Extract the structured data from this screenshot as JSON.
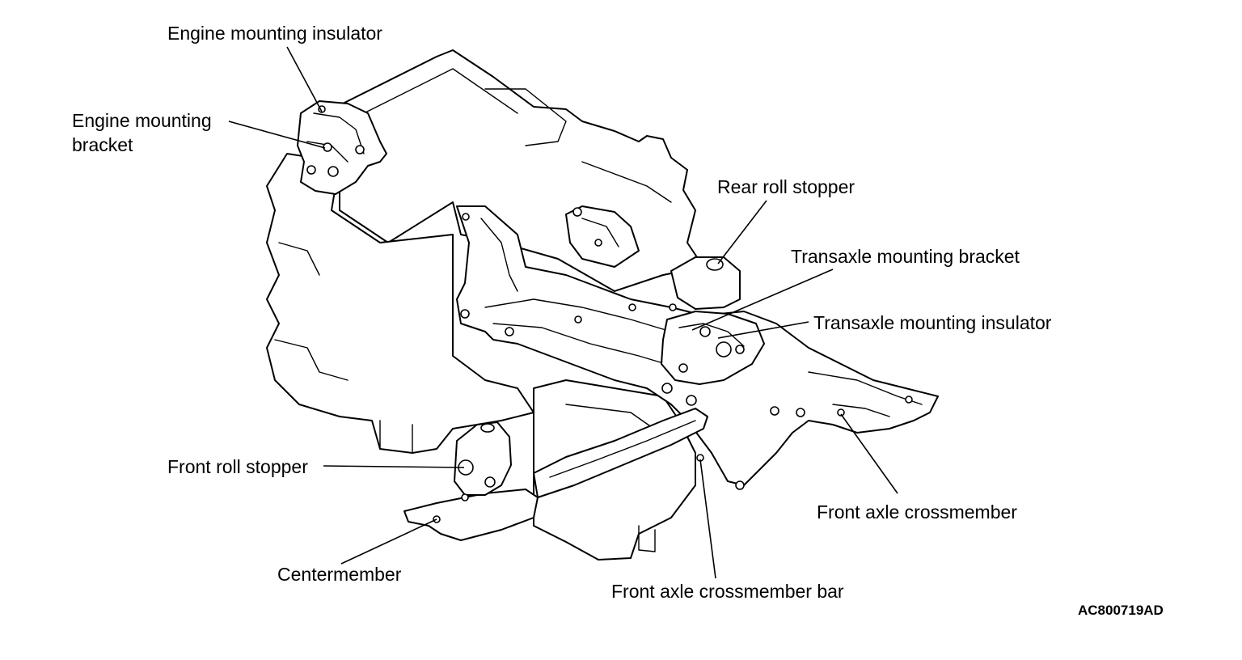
{
  "callouts": {
    "engine_mounting_insulator": "Engine mounting insulator",
    "engine_mounting_bracket": [
      "Engine mounting",
      "bracket"
    ],
    "rear_roll_stopper": "Rear roll stopper",
    "transaxle_mounting_bracket": "Transaxle mounting bracket",
    "transaxle_mounting_insulator": "Transaxle mounting insulator",
    "front_roll_stopper": "Front roll stopper",
    "front_axle_crossmember": "Front axle crossmember",
    "centermember": "Centermember",
    "front_axle_crossmember_bar": "Front axle crossmember bar"
  },
  "figure_code": "AC800719AD"
}
